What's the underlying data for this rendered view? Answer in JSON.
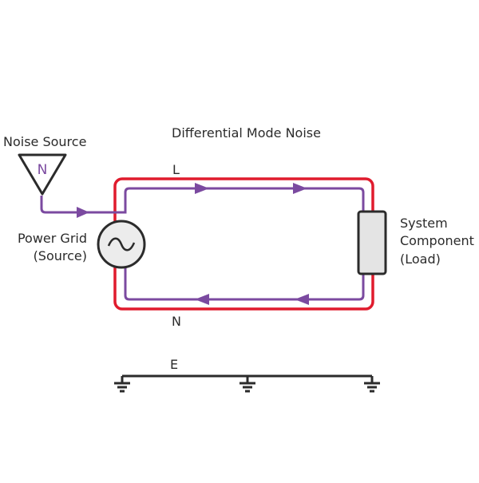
{
  "diagram": {
    "title": "Differential Mode Noise",
    "noise_source": {
      "label": "Noise Source",
      "symbol": "N"
    },
    "power_grid": {
      "line1": "Power Grid",
      "line2": "(Source)"
    },
    "load": {
      "line1": "System",
      "line2": "Component",
      "line3": "(Load)"
    },
    "conductors": {
      "line": "L",
      "neutral": "N",
      "earth": "E"
    }
  },
  "colors": {
    "conductor": "#e01b2d",
    "noise_path": "#7b4aa0",
    "wire": "#2b2b2b",
    "load_fill": "#e4e4e4",
    "source_fill": "#ececec"
  },
  "icons": [
    "triangle-source-icon",
    "ac-sine-icon",
    "ground-icon",
    "arrow-icon"
  ]
}
